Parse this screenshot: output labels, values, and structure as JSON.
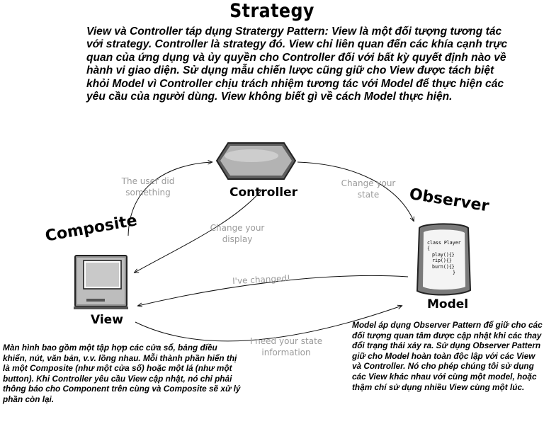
{
  "title": "Strategy",
  "intro_text": "View và Controller táp dụng Stratergy Pattern: View là một đối tượng tương tác với strategy. Controller là strategy đó. View chỉ liên quan đến các khía cạnh trực quan của ứng dụng và ủy quyền cho Controller đối với bất kỳ quyết định nào về hành vi giao diện. Sử dụng mẫu chiến lược cũng giữ cho View được tách biệt khỏi Model vì Controller chịu trách nhiệm tương tác với Model để thực hiện các yêu cầu của người dùng. View không biết gì về cách Model thực hiện.",
  "nodes": {
    "controller": "Controller",
    "view": "View",
    "model": "Model"
  },
  "patterns": {
    "composite": "Composite",
    "observer": "Observer"
  },
  "arrows": {
    "user_did_something": [
      "The user did",
      "something"
    ],
    "change_your_state": [
      "Change your",
      "state"
    ],
    "change_your_display": [
      "Change your",
      "display"
    ],
    "ive_changed": "I've changed!",
    "need_state_info": [
      "I need your state",
      "information"
    ]
  },
  "model_code": [
    "class Player {",
    "play(){}",
    "rip(){}",
    "burn(){}",
    "}"
  ],
  "note_left": "Màn hình bao gồm một tập hợp các cửa sổ, bảng điều khiển, nút, văn bản, v.v. lồng nhau. Mỗi thành phần hiển thị là một Composite (như một cửa sổ) hoặc một lá (như một button). Khi Controller yêu cầu View cập nhật, nó chỉ phải thông báo cho Component trên cùng và Composite sẽ xử lý phần còn lại.",
  "note_right": "Model áp dụng Observer Pattern để giữ cho các đối tượng quan tâm được cập nhật khi các thay đổi trạng thái xảy ra. Sử dụng Observer Pattern giữ cho Model hoàn toàn độc lập với các View và Controller. Nó cho phép chúng tôi sử dụng các View khác nhau với cùng một model, hoặc thậm chí sử dụng nhiều View cùng một lúc."
}
